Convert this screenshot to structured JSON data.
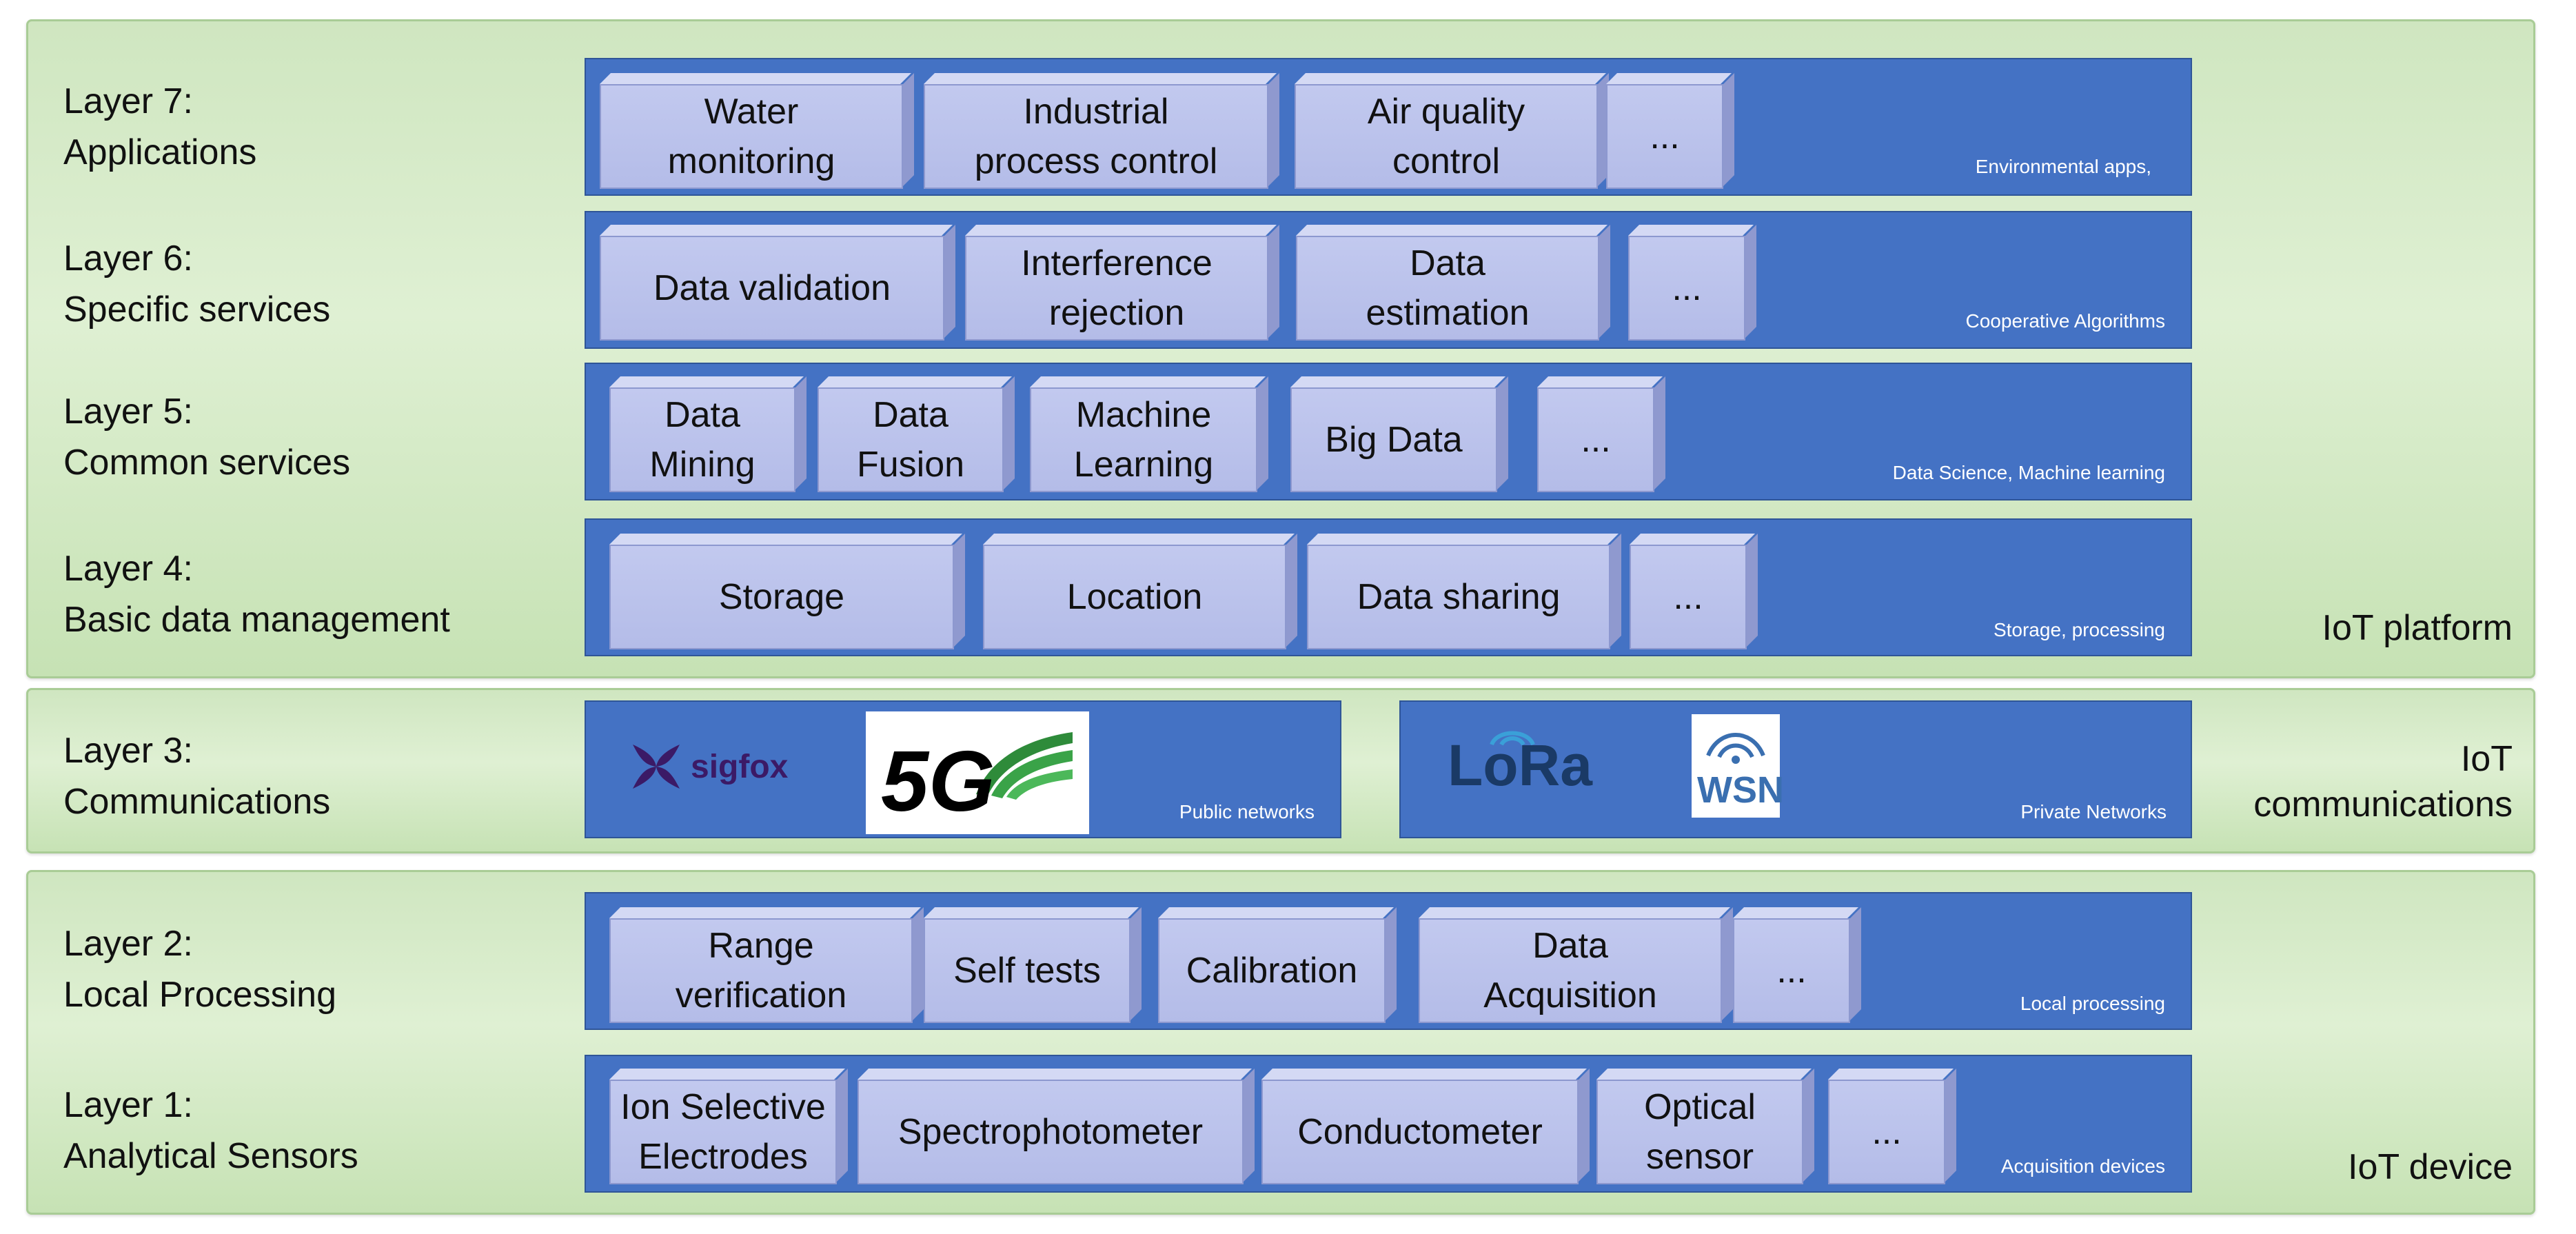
{
  "groups": {
    "platform": "IoT platform",
    "communications": "IoT\ncommunications",
    "device": "IoT device"
  },
  "layers": {
    "l7": {
      "label": "Layer 7:\nApplications",
      "caption": "Environmental apps,",
      "boxes": [
        "Water\nmonitoring",
        "Industrial\nprocess control",
        "Air quality\ncontrol",
        "..."
      ]
    },
    "l6": {
      "label": "Layer 6:\nSpecific services",
      "caption": "Cooperative Algorithms",
      "boxes": [
        "Data validation",
        "Interference\nrejection",
        "Data\nestimation",
        "..."
      ]
    },
    "l5": {
      "label": "Layer 5:\nCommon services",
      "caption": "Data Science, Machine learning",
      "boxes": [
        "Data\nMining",
        "Data\nFusion",
        "Machine\nLearning",
        "Big Data",
        "..."
      ]
    },
    "l4": {
      "label": "Layer 4:\nBasic data management",
      "caption": "Storage, processing",
      "boxes": [
        "Storage",
        "Location",
        "Data sharing",
        "..."
      ]
    },
    "l3": {
      "label": "Layer 3:\nCommunications",
      "public": {
        "caption": "Public networks",
        "logos": [
          "sigfox",
          "5G"
        ]
      },
      "private": {
        "caption": "Private Networks",
        "logos": [
          "LoRa",
          "WSN"
        ]
      }
    },
    "l2": {
      "label": "Layer 2:\nLocal Processing",
      "caption": "Local processing",
      "boxes": [
        "Range\nverification",
        "Self tests",
        "Calibration",
        "Data\nAcquisition",
        "..."
      ]
    },
    "l1": {
      "label": "Layer 1:\nAnalytical Sensors",
      "caption": "Acquisition devices",
      "boxes": [
        "Ion Selective\nElectrodes",
        "Spectrophotometer",
        "Conductometer",
        "Optical\nsensor",
        "..."
      ]
    }
  },
  "colors": {
    "bar": "#4472c4",
    "box": "#b4bce8",
    "group": "#d6ebc9",
    "sigfox": "#3b1a66",
    "wsn": "#3a6fb0"
  },
  "icons": [
    "sigfox-logo",
    "5g-logo",
    "lora-logo",
    "wsn-logo"
  ]
}
